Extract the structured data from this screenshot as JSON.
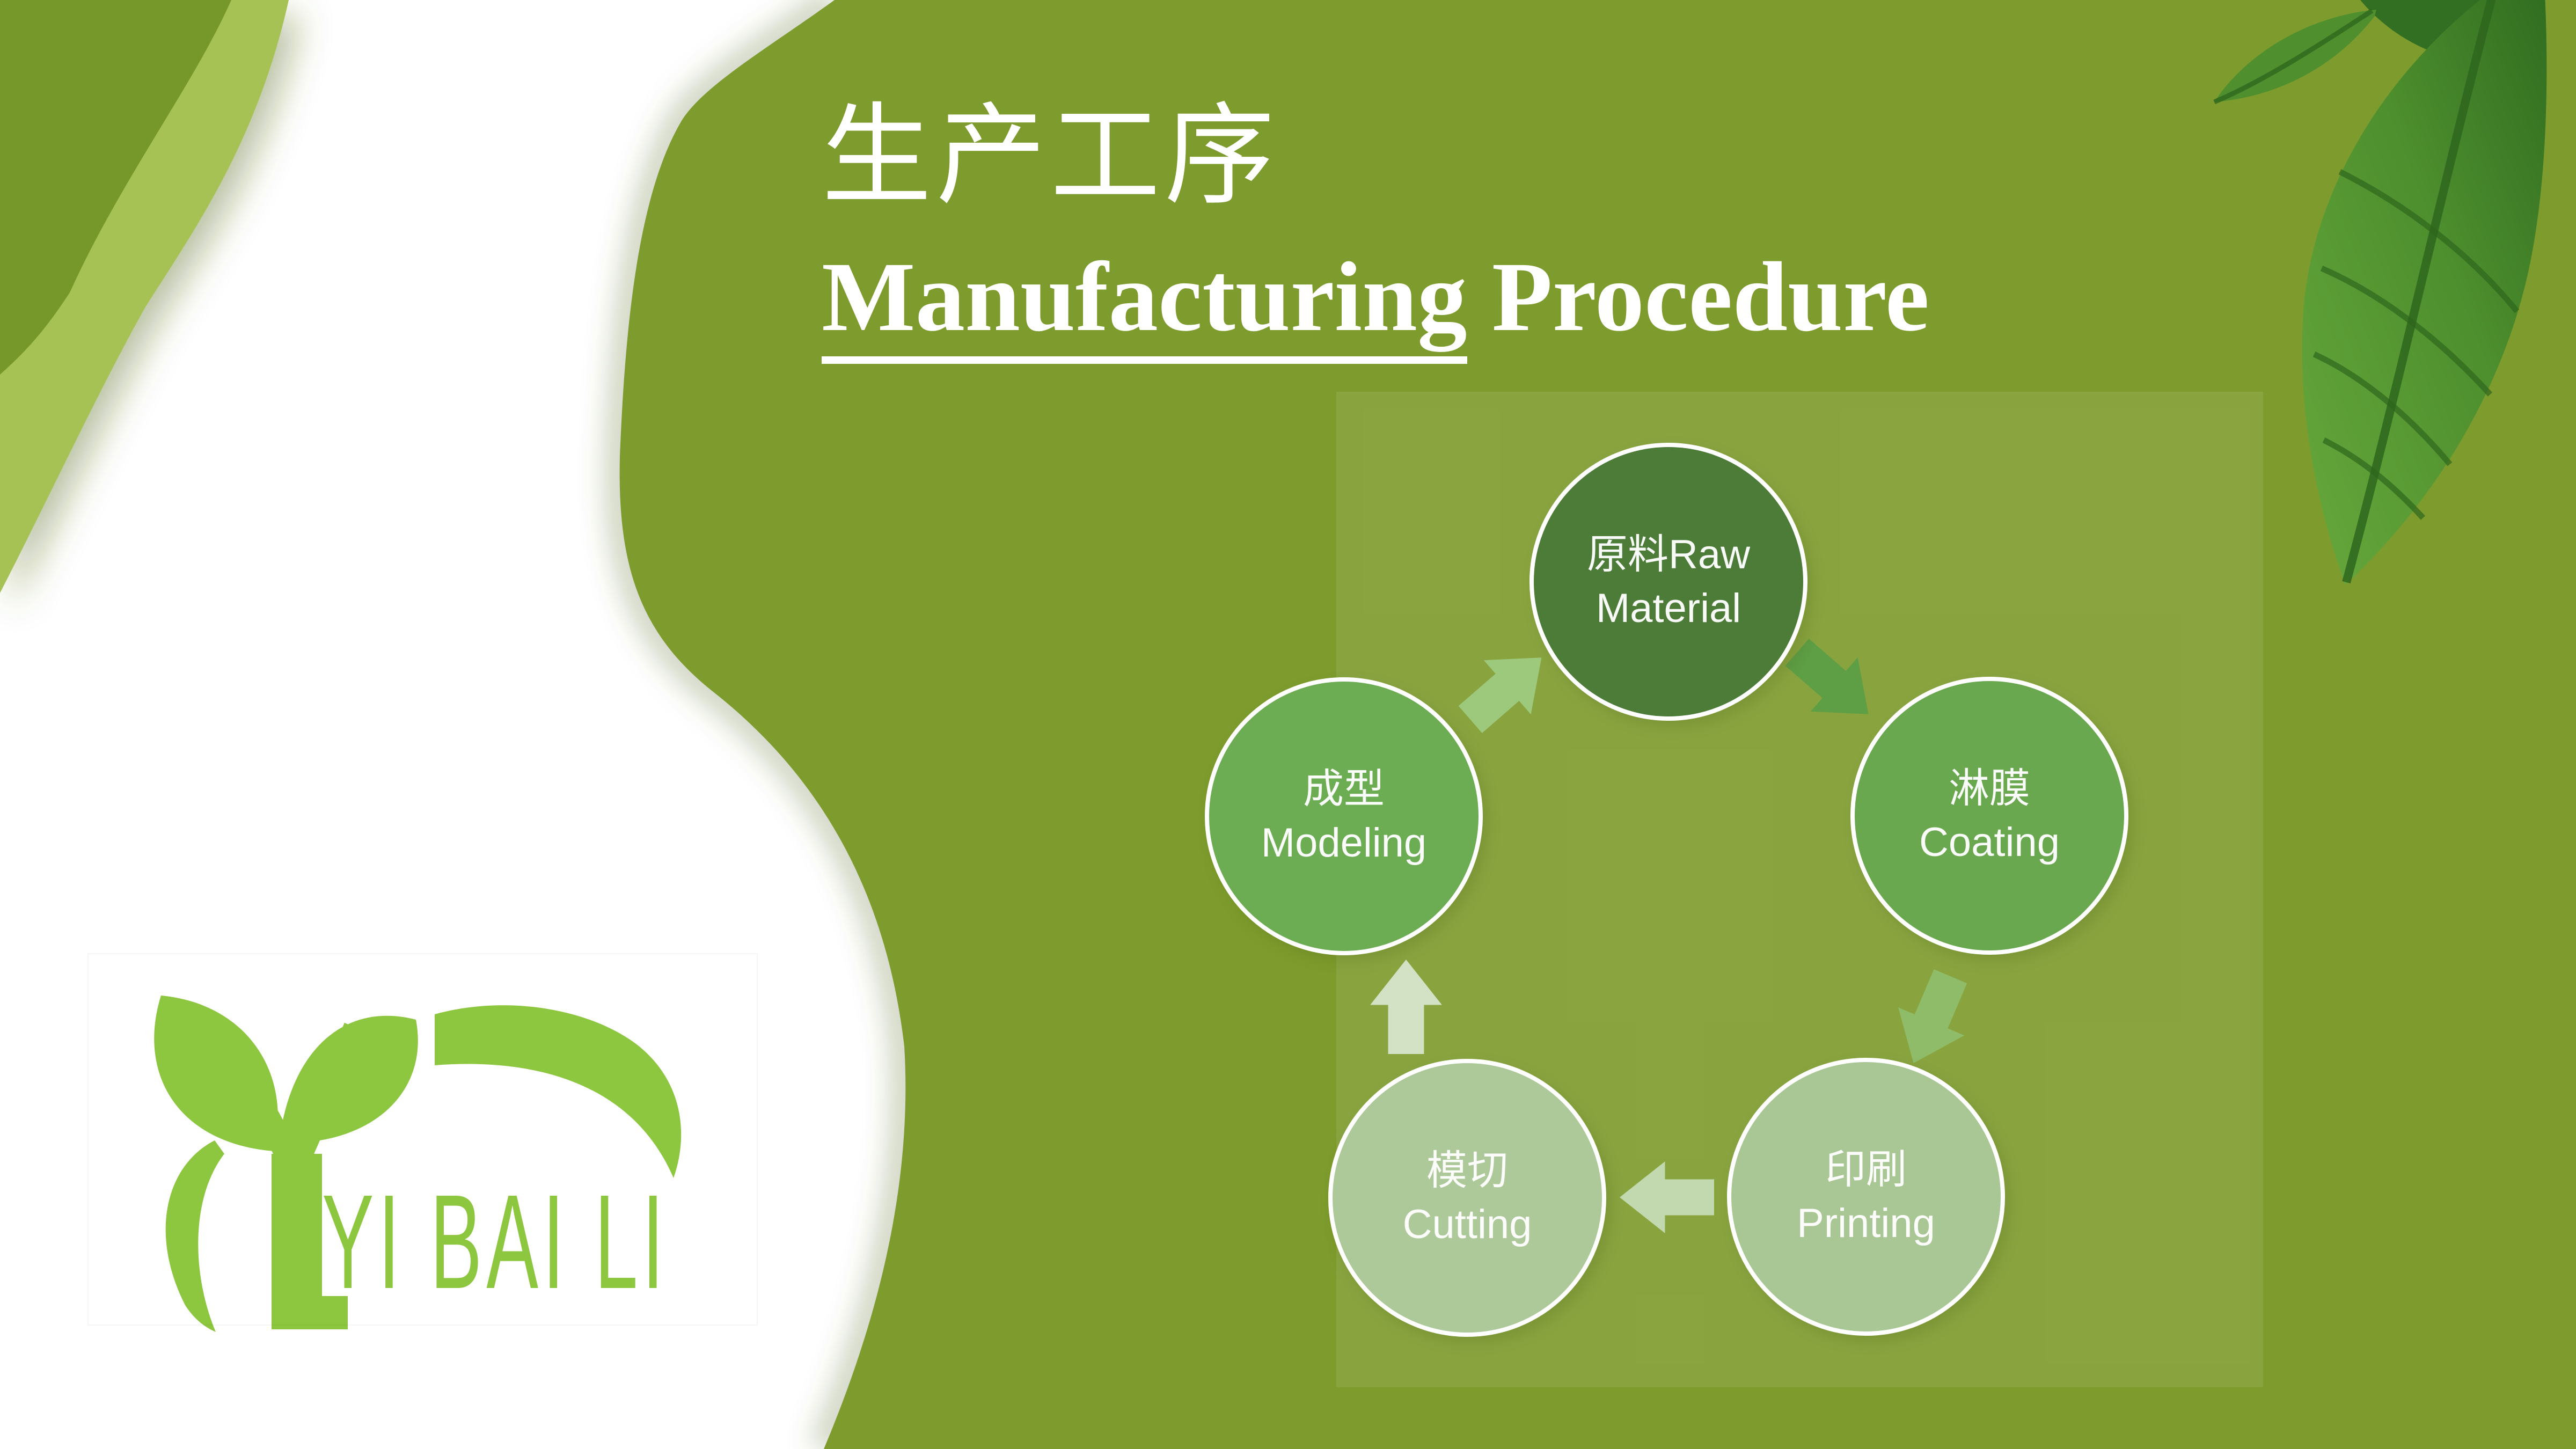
{
  "slide": {
    "title_cjk": "生产工序",
    "title_en_underline": "Manufacturing",
    "title_en_rest": " Procedure",
    "background_color": "#7E9C2D",
    "title_color": "#FFFFFF"
  },
  "logo": {
    "company": "YI BAI LI",
    "color": "#8DC63F"
  },
  "decor": {
    "blob_white": "#FFFFFF",
    "wave_dark": "#76972A",
    "wave_light": "#A6C254",
    "leaf_dark": "#2E661D",
    "leaf_mid": "#4F8F2E",
    "leaf_corner": "#336F22"
  },
  "diagram": {
    "panel_color": "rgba(255,255,255,0.09)",
    "steps": [
      {
        "id": "raw-material",
        "line1": "原料Raw",
        "line2": "Material",
        "color": "#4C7C38"
      },
      {
        "id": "coating",
        "line1": "淋膜",
        "line2": "Coating",
        "color": "#69A84E"
      },
      {
        "id": "printing",
        "line1": "印刷",
        "line2": "Printing",
        "color": "#A8C795"
      },
      {
        "id": "cutting",
        "line1": "模切",
        "line2": "Cutting",
        "color": "#ADC999"
      },
      {
        "id": "modeling",
        "line1": "成型",
        "line2": "Modeling",
        "color": "#6CAC52"
      }
    ],
    "arrows": [
      {
        "from": "modeling",
        "to": "raw-material",
        "color": "#9DC97D"
      },
      {
        "from": "raw-material",
        "to": "coating",
        "color": "#5E9E45"
      },
      {
        "from": "coating",
        "to": "printing",
        "color": "#8FBC69"
      },
      {
        "from": "printing",
        "to": "cutting",
        "color": "#C2D8AE"
      },
      {
        "from": "cutting",
        "to": "modeling",
        "color": "#D3E2C5"
      }
    ]
  }
}
